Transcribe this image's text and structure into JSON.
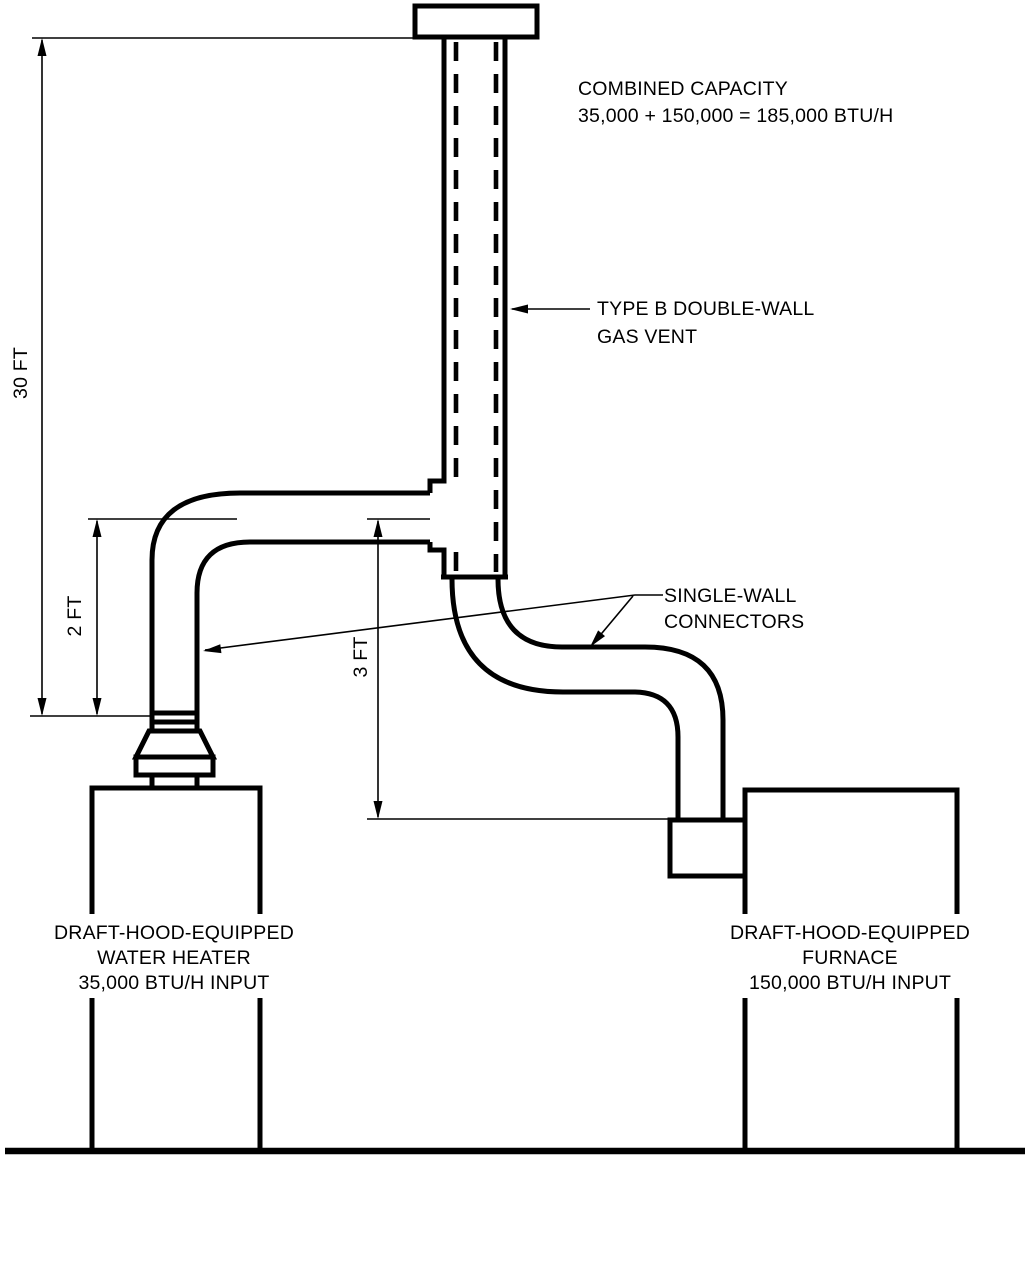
{
  "diagram": {
    "background": "#ffffff",
    "line_color": "#000000",
    "annotations": {
      "combined_capacity": {
        "line1": "COMBINED CAPACITY",
        "line2": "35,000 + 150,000 = 185,000 BTU/H"
      },
      "gas_vent": {
        "line1": "TYPE B DOUBLE-WALL",
        "line2": "GAS VENT"
      },
      "single_wall_connectors": {
        "line1": "SINGLE-WALL",
        "line2": "CONNECTORS"
      }
    },
    "equipment": {
      "water_heater": {
        "line1": "DRAFT-HOOD-EQUIPPED",
        "line2": "WATER HEATER",
        "line3": "35,000 BTU/H INPUT"
      },
      "furnace": {
        "line1": "DRAFT-HOOD-EQUIPPED",
        "line2": "FURNACE",
        "line3": "150,000 BTU/H INPUT"
      }
    },
    "dimensions": {
      "vent_height": "30 FT",
      "water_heater_connector_rise": "2 FT",
      "furnace_connector_rise": "3 FT"
    }
  }
}
